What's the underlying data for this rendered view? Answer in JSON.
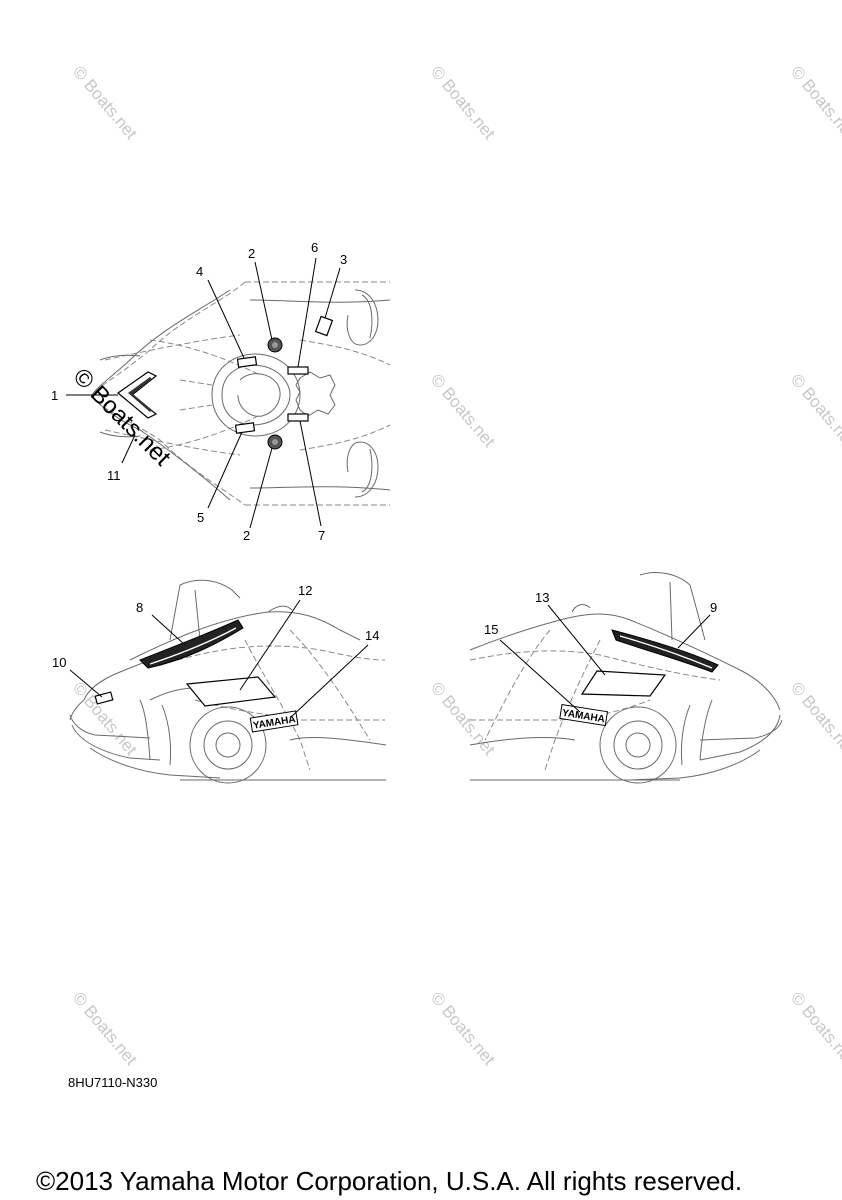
{
  "callouts": {
    "top_view": [
      "1",
      "2",
      "2",
      "3",
      "4",
      "5",
      "6",
      "7",
      "11"
    ],
    "left_view": [
      "8",
      "10",
      "12",
      "14"
    ],
    "right_view": [
      "9",
      "13",
      "15"
    ]
  },
  "decal_text": "YAMAHA",
  "watermark": {
    "small": "© Boats.net",
    "large": "© Boats.net"
  },
  "part_code": "8HU7110-N330",
  "copyright": "©2013 Yamaha Motor Corporation, U.S.A. All rights reserved."
}
